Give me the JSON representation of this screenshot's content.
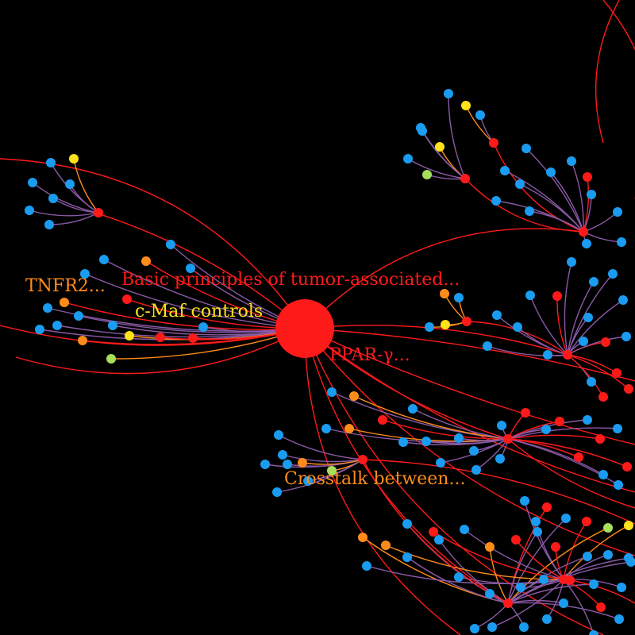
{
  "colors": {
    "background": "#000000",
    "red": "#ff1a1a",
    "orange": "#ff8c1a",
    "yellow": "#ffe21a",
    "lime": "#a6e05a",
    "blue": "#1a9cf0",
    "purple": "#8a5aa6"
  },
  "labels": {
    "main": "Basic principles of tumor-associated...",
    "tnfr2": "TNFR2...",
    "cmaf": "c-Maf controls",
    "ppar": "PPAR-γ...",
    "crosstalk": "Crosstalk between..."
  },
  "label_colors": {
    "main": "#ff1a1a",
    "tnfr2": "#ff8c1a",
    "cmaf": "#ffe21a",
    "ppar": "#ff1a1a",
    "crosstalk": "#ff8c1a"
  }
}
